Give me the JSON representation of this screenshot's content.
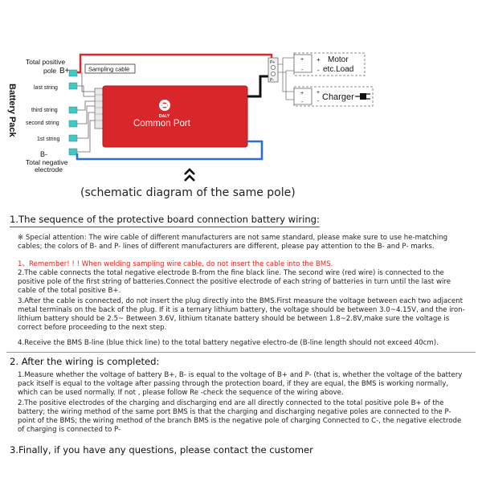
{
  "diagram": {
    "total_positive_pole_line1": "Total positive",
    "total_positive_pole_line2": "pole",
    "b_plus": "B+",
    "sampling_cable": "Sampling cable",
    "battery_pack": "Battery Pack",
    "last_string": "last string",
    "third_string": "third string",
    "second_string": "second string",
    "first_string": "1st string",
    "b_minus": "B-",
    "total_negative_line1": "Total negative",
    "total_negative_line2": "electrode",
    "brand": "DALY",
    "board_label": "Common Port",
    "p_plus": "P+",
    "p_minus": "P-",
    "motor_line1": "Motor",
    "motor_line2": "etc.Load",
    "charger": "Charger",
    "plus": "+",
    "minus": "-",
    "colors": {
      "board": "#d9262b",
      "positive_wire": "#e3242b",
      "negative_wire": "#2a6fd6",
      "balance_connector": "#43c7c4"
    }
  },
  "subtitle": "(schematic diagram of the same pole)",
  "section1": {
    "heading": "1.The sequence of the protective board connection battery wiring:",
    "p1": "※ Special attention: The wire cable of different manufacturers are not same standard, please make sure to use he-matching cables; the colors of B- and P- lines of different manufacturers are different, please pay attention to the B- and P- marks.",
    "p2": "1、Remember! ! ! When welding sampling wire cable, do not insert the cable into the BMS.",
    "p3": "2.The cable connects the total negative electrode B-from the fine black line. The second wire (red wire) is connected to the positive pole of the first string of batteries.Connect the positive electrode of each string of batteries in turn until the last wire cable of the total positive B+.",
    "p4": "3.After the cable is connected, do not insert the plug directly into the BMS.First measure the voltage between each two adjacent metal terminals on the back of the plug. If it is a ternary lithium battery, the voltage should be between 3.0~4.15V, and the iron-lithium battery should be 2.5~ Between 3.6V, lithium titanate battery should be between 1.8~2.8V,make sure the voltage is correct before proceeding to the next step.",
    "p5": "4.Receive the BMS B-line (blue thick line) to the total battery negative electro-de (B-line length should not exceed 40cm)."
  },
  "section2": {
    "heading": "2. After the wiring is completed:",
    "p1": "1.Measure whether the voltage of battery B+, B- is equal to the voltage of B+ and P- (that is, whether the voltage of the battery pack itself is equal to the voltage after passing through the protection board, if they are equal, the BMS is working normally, which can be used normally. If  not , please follow Re -check the sequence of the wiring above.",
    "p2": "2.The positive electrodes of the charging and discharging end are all directly connected to the total positive pole B+ of the battery; the wiring method of the same port BMS is that the charging and discharging negative poles are connected to the P- point of the BMS; the wiring method of the branch BMS is the negative pole of charging Connected to C-, the negative electrode of charging is connected to P-"
  },
  "section3": {
    "heading": "3.Finally, if you have any questions, please contact the customer"
  }
}
